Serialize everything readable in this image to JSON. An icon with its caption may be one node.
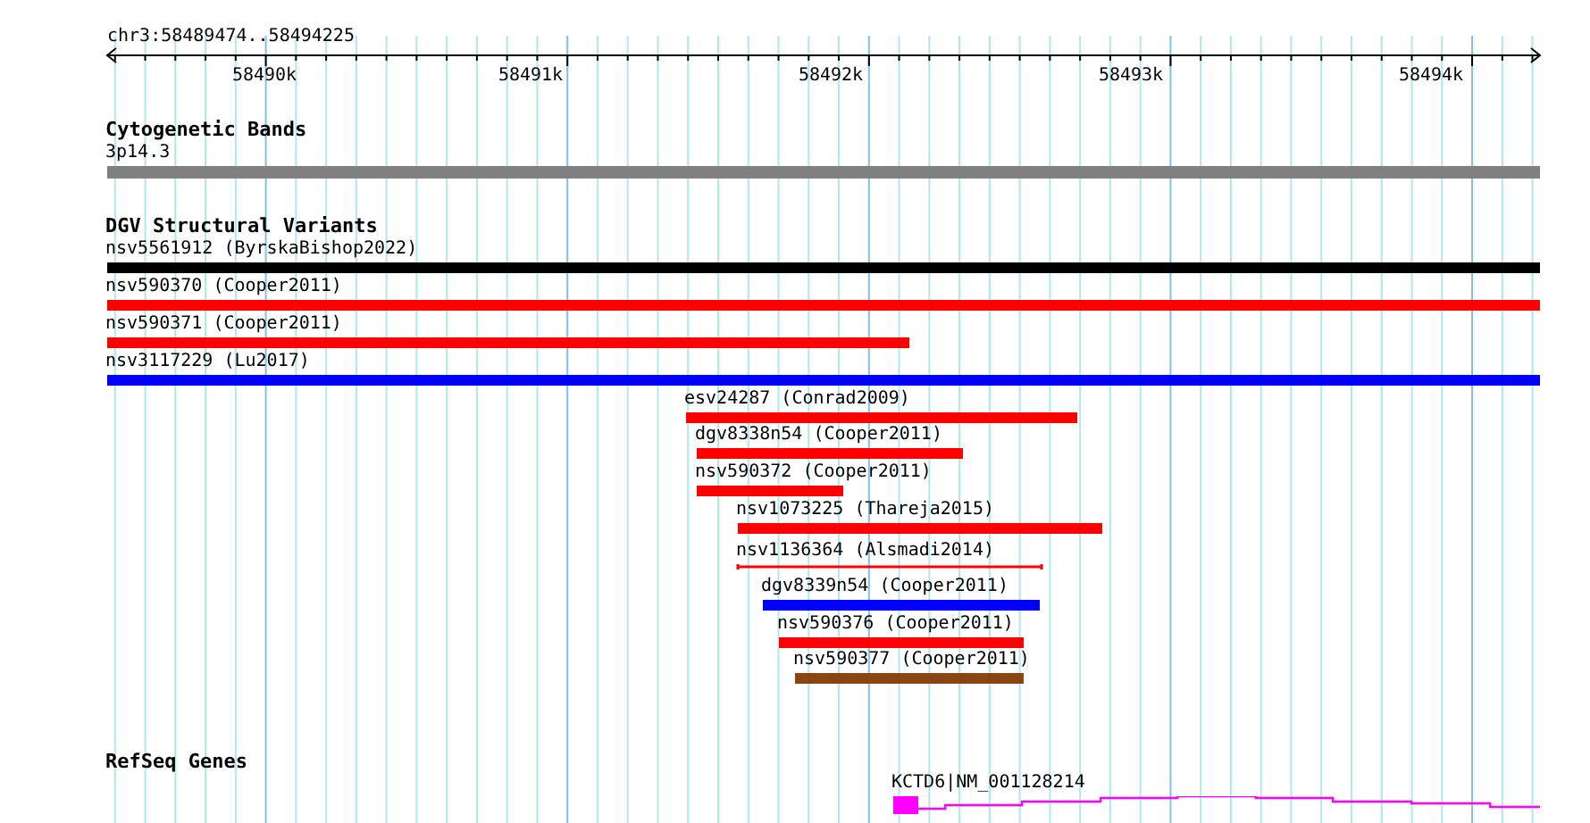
{
  "diagram": {
    "title": "chr3:58489474..58494225",
    "nodes": [
      {
        "text": [
          "3p14.3"
        ]
      },
      {
        "text": [
          "nsv5561912 (ByrskaBishop2022)"
        ]
      },
      {
        "text": [
          "nsv590370 (Cooper2011)"
        ]
      },
      {
        "text": [
          "nsv590371 (Cooper2011)"
        ]
      },
      {
        "text": [
          "nsv3117229 (Lu2017)"
        ]
      },
      {
        "text": [
          "esv24287 (Conrad2009)"
        ]
      },
      {
        "text": [
          "dgv8338n54 (Cooper2011)"
        ]
      },
      {
        "text": [
          "nsv590372 (Cooper2011)"
        ]
      },
      {
        "text": [
          "nsv1073225 (Thareja2015)"
        ]
      },
      {
        "text": [
          "nsv1136364 (Alsmadi2014)"
        ]
      },
      {
        "text": [
          "dgv8339n54 (Cooper2011)"
        ]
      },
      {
        "text": [
          "nsv590376 (Cooper2011)"
        ]
      },
      {
        "text": [
          "nsv590377 (Cooper2011)"
        ]
      },
      {
        "text": [
          "KCTD6|NM_001128214"
        ]
      }
    ],
    "labels": [
      "58490k",
      "58491k",
      "58492k",
      "58493k",
      "58494k",
      "Cytogenetic Bands",
      "DGV Structural Variants",
      "RefSeq Genes"
    ]
  }
}
